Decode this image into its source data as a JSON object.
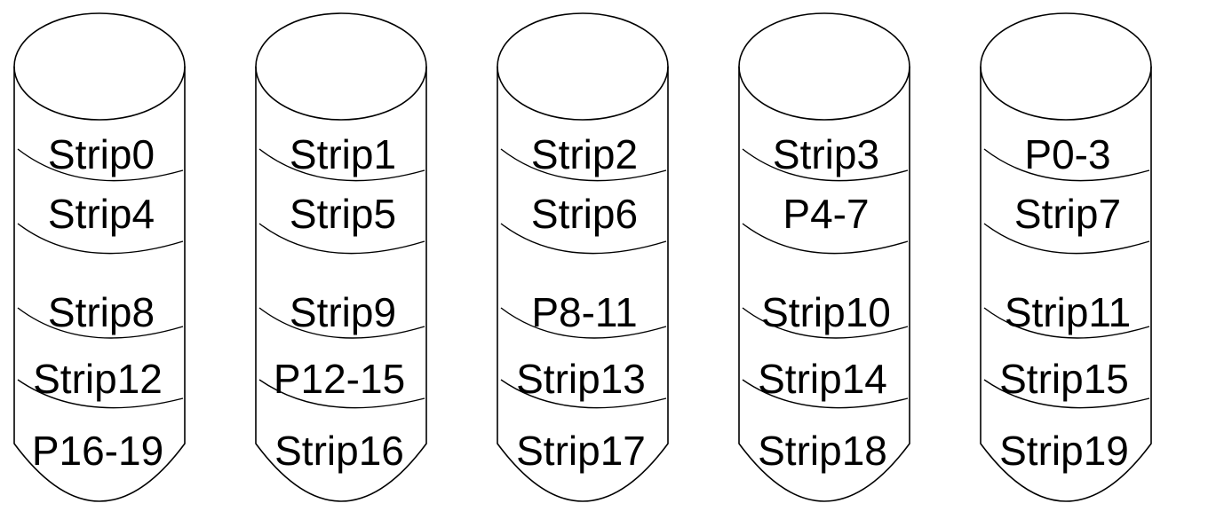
{
  "diagram": {
    "disks": [
      {
        "strips": [
          "Strip0",
          "Strip4",
          "Strip8",
          "Strip12",
          "P16-19"
        ]
      },
      {
        "strips": [
          "Strip1",
          "Strip5",
          "Strip9",
          "P12-15",
          "Strip16"
        ]
      },
      {
        "strips": [
          "Strip2",
          "Strip6",
          "P8-11",
          "Strip13",
          "Strip17"
        ]
      },
      {
        "strips": [
          "Strip3",
          "P4-7",
          "Strip10",
          "Strip14",
          "Strip18"
        ]
      },
      {
        "strips": [
          "P0-3",
          "Strip7",
          "Strip11",
          "Strip15",
          "Strip19"
        ]
      }
    ]
  }
}
